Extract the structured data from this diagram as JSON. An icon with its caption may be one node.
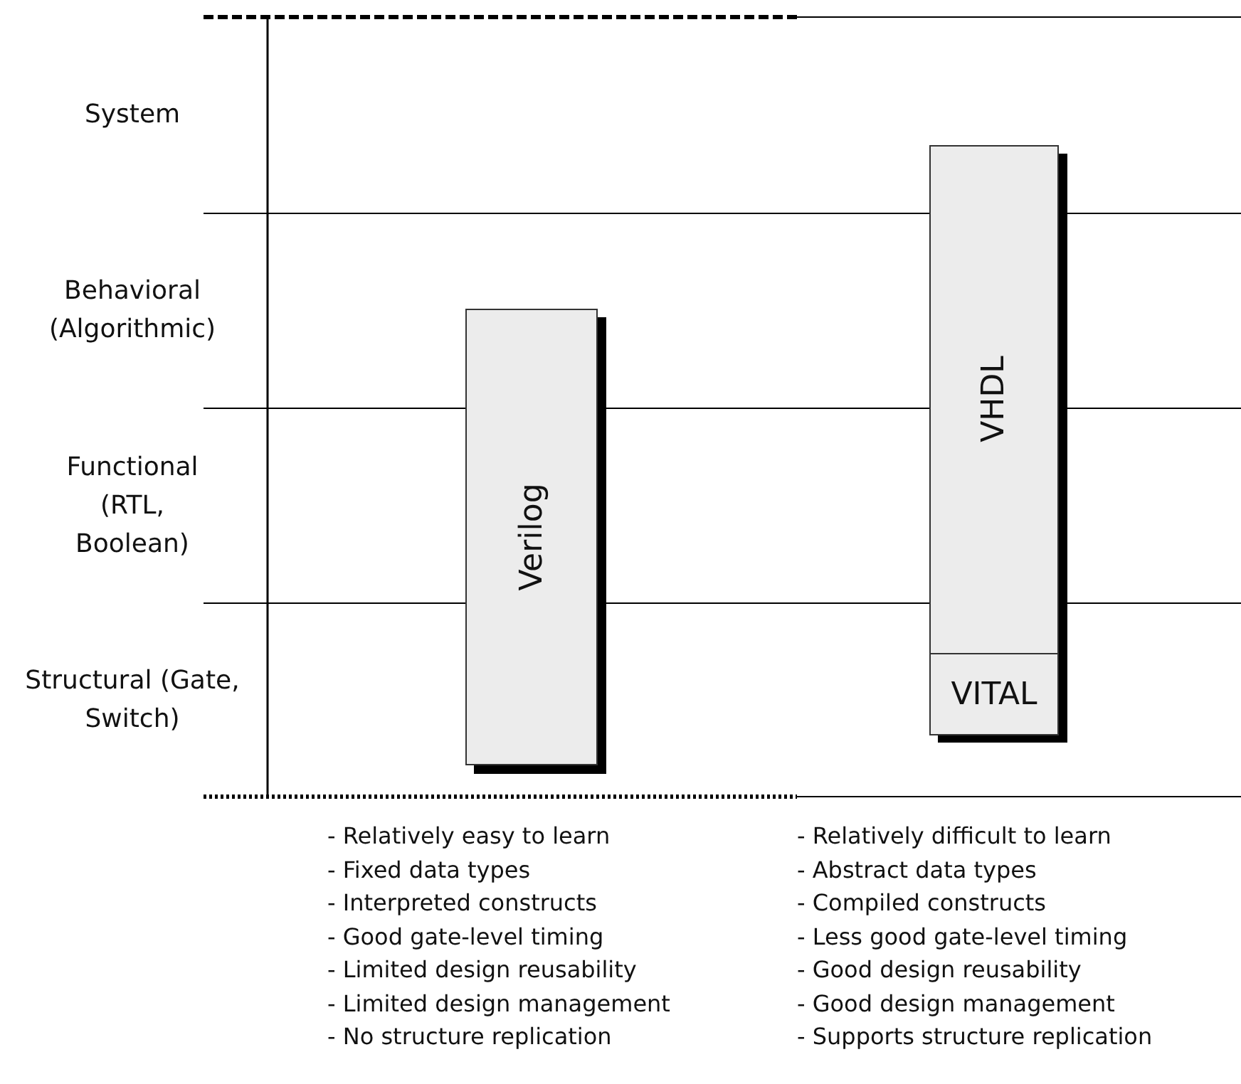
{
  "diagram": {
    "nodes": [
      {
        "text": [
          "Verilog"
        ]
      },
      {
        "text": [
          "VHDL"
        ]
      },
      {
        "text": [
          "VITAL"
        ],
        "in": 1
      }
    ],
    "edges": [],
    "labels": [
      "System",
      "Behavioral (Algorithmic)",
      "Functional (RTL, Boolean)",
      "Structural (Gate, Switch)",
      "- Relatively easy to learn",
      "- Relatively difficult to learn",
      "- Fixed data types",
      "- Abstract data types",
      "- Interpreted constructs",
      "- Compiled constructs",
      "- Good gate-level timing",
      "- Less good gate-level timing",
      "- Limited design reusability",
      "- Good design reusability",
      "- Limited design management",
      "- Good design management",
      "- No structure replication",
      "- Supports structure replication"
    ]
  }
}
